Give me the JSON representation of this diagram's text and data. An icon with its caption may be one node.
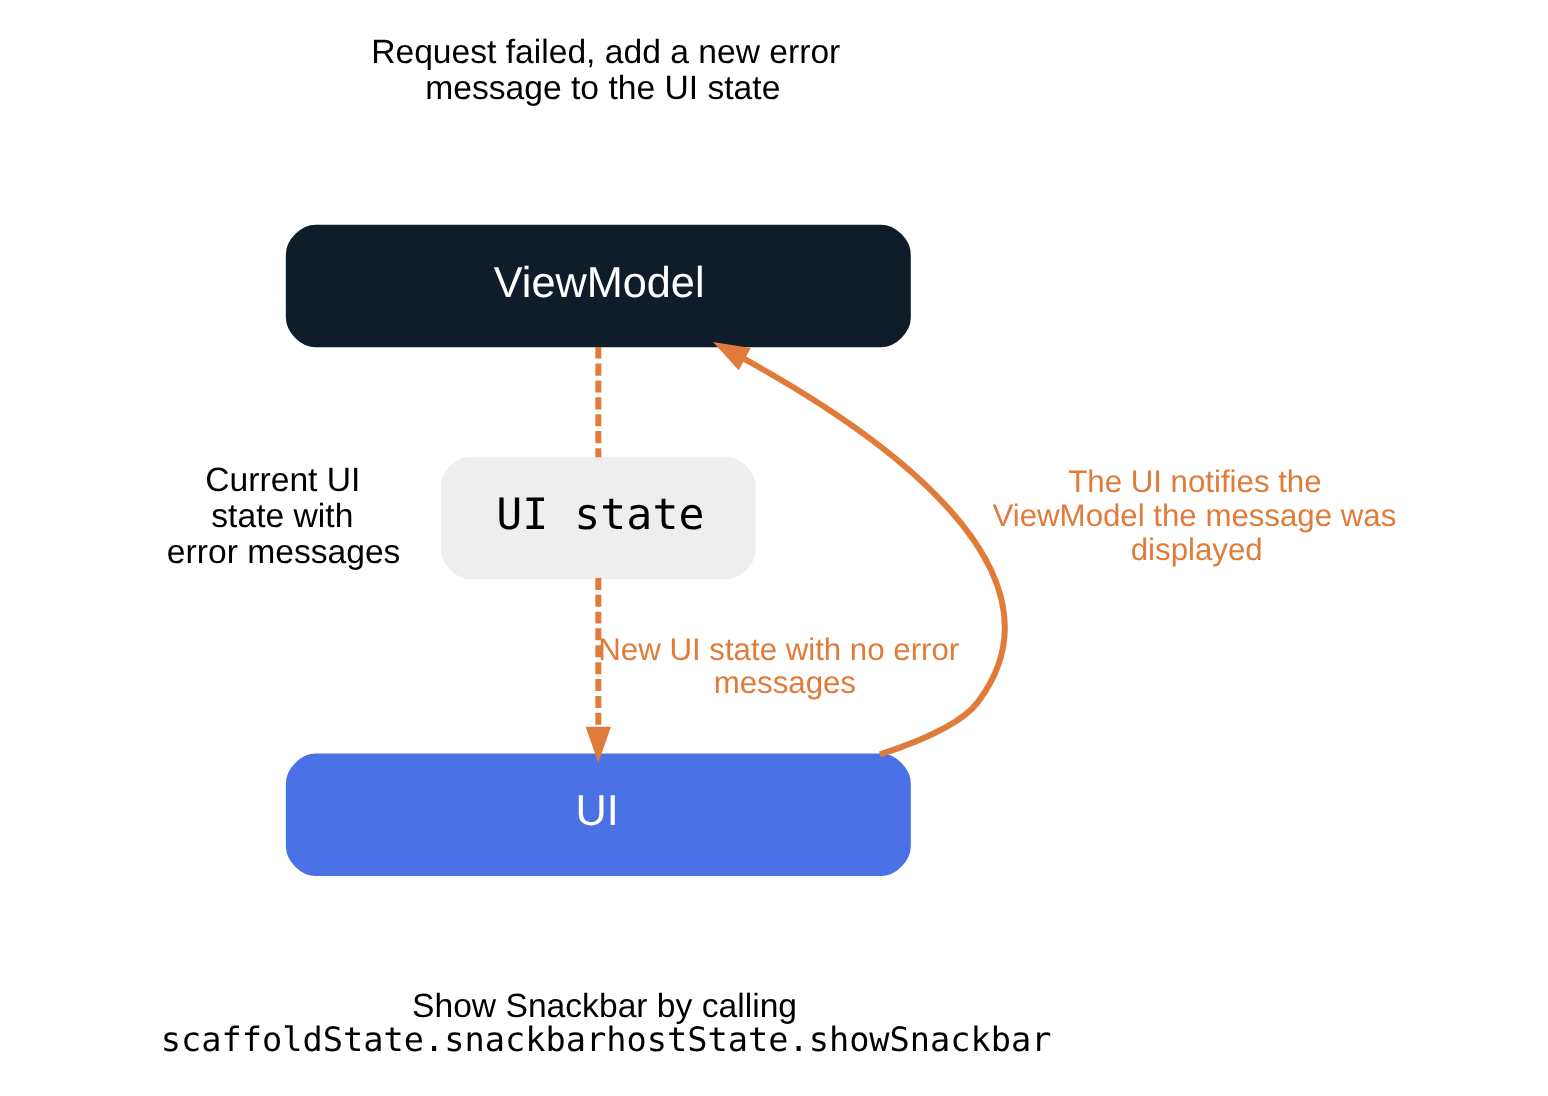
{
  "diagram": {
    "nodes": [
      {
        "text": [
          "ViewModel"
        ],
        "beside": [
          "Request failed, add a new error message to the UI state"
        ]
      },
      {
        "text": [
          "UI state"
        ],
        "beside": [
          "Current UI state with error messages"
        ]
      },
      {
        "text": [
          "UI"
        ],
        "beside": [
          "Show Snackbar by calling",
          "scaffoldState.snackbarhostState.showSnackbar"
        ]
      }
    ],
    "edges": [
      {
        "from": 0,
        "to": 1,
        "arrow": "none",
        "style": "dashed"
      },
      {
        "from": 1,
        "to": 2,
        "arrow": "to",
        "style": "dashed",
        "label": "New UI state with no error messages"
      },
      {
        "from": 2,
        "to": 0,
        "arrow": "to",
        "label": "The UI notifies the ViewModel the message was displayed"
      }
    ]
  }
}
